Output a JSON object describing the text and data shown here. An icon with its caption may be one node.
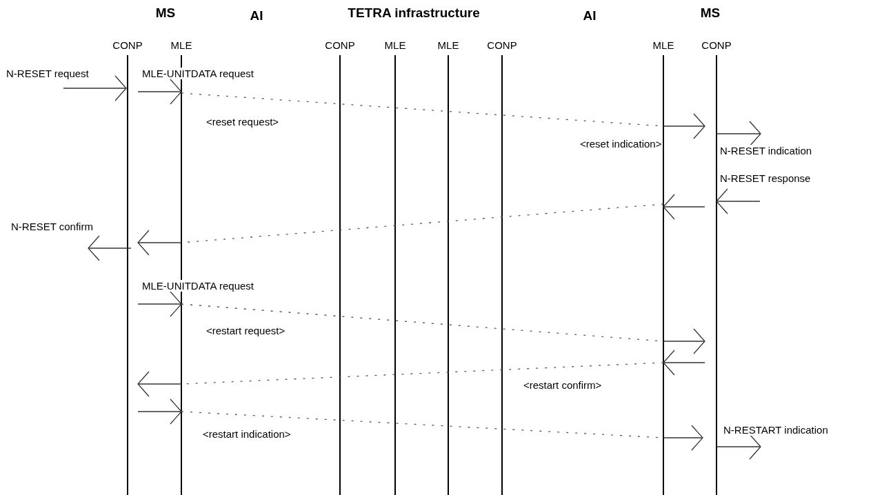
{
  "diagram": {
    "nodes": [
      {
        "text": [
          "CONP"
        ]
      },
      {
        "text": [
          "MLE"
        ]
      },
      {
        "text": [
          "CONP"
        ]
      },
      {
        "text": [
          "MLE"
        ]
      },
      {
        "text": [
          "MLE"
        ]
      },
      {
        "text": [
          "CONP"
        ]
      },
      {
        "text": [
          "MLE"
        ]
      },
      {
        "text": [
          "CONP"
        ]
      }
    ],
    "edges": [
      {
        "from": null,
        "to": 0,
        "arrow": "to",
        "label": "N-RESET request"
      },
      {
        "from": 0,
        "to": 1,
        "arrow": "to",
        "label": "MLE-UNITDATA request"
      },
      {
        "from": 1,
        "to": 6,
        "arrow": "none",
        "style": "dashed",
        "label": "<reset request>"
      },
      {
        "from": 6,
        "to": 7,
        "arrow": "to"
      },
      {
        "from": 7,
        "to": null,
        "arrow": "to",
        "label": "N-RESET indication"
      },
      {
        "from": null,
        "to": 7,
        "arrow": "to",
        "label": "N-RESET response"
      },
      {
        "from": 7,
        "to": 6,
        "arrow": "to"
      },
      {
        "from": 6,
        "to": 1,
        "arrow": "none",
        "style": "dashed"
      },
      {
        "from": 1,
        "to": 0,
        "arrow": "to"
      },
      {
        "from": 0,
        "to": null,
        "arrow": "to",
        "label": "N-RESET confirm"
      },
      {
        "from": 0,
        "to": 1,
        "arrow": "to",
        "label": "MLE-UNITDATA request"
      },
      {
        "from": 1,
        "to": 6,
        "arrow": "none",
        "style": "dashed",
        "label": "<restart request>"
      },
      {
        "from": 6,
        "to": 7,
        "arrow": "to"
      },
      {
        "from": 7,
        "to": 6,
        "arrow": "to"
      },
      {
        "from": 6,
        "to": 1,
        "arrow": "none",
        "style": "dashed",
        "label": "<restart confirm>"
      },
      {
        "from": 1,
        "to": 0,
        "arrow": "to"
      },
      {
        "from": 0,
        "to": 1,
        "arrow": "to"
      },
      {
        "from": 1,
        "to": 6,
        "arrow": "none",
        "style": "dashed",
        "label": "<restart indication>"
      },
      {
        "from": 6,
        "to": 7,
        "arrow": "to"
      },
      {
        "from": 7,
        "to": null,
        "arrow": "to",
        "label": "N-RESTART indication"
      }
    ],
    "labels": [
      "MS",
      "AI",
      "TETRA infrastructure",
      "AI",
      "MS",
      "<reset indication>"
    ]
  }
}
